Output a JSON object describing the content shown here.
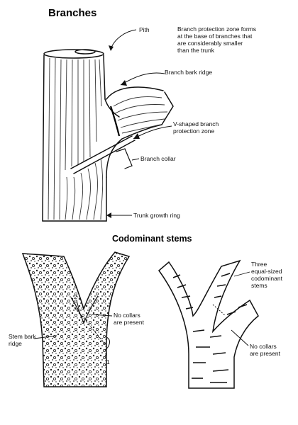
{
  "branches": {
    "title": "Branches",
    "note": "Branch protection zone forms\nat the base of branches that\nare considerably smaller\nthan the trunk",
    "labels": {
      "pith": "Pith",
      "bark_ridge": "Branch bark ridge",
      "v_zone": "V-shaped branch\nprotection zone",
      "collar": "Branch collar",
      "growth_ring": "Trunk growth ring"
    }
  },
  "codominant": {
    "title": "Codominant stems",
    "left": {
      "num_2": "2",
      "num_1": "1",
      "no_collars": "No collars\nare present",
      "stem_bark_ridge": "Stem bark\nridge"
    },
    "right": {
      "three_stems": "Three\nequal-sized\ncodominant\nstems",
      "no_collars": "No collars\nare present"
    }
  }
}
